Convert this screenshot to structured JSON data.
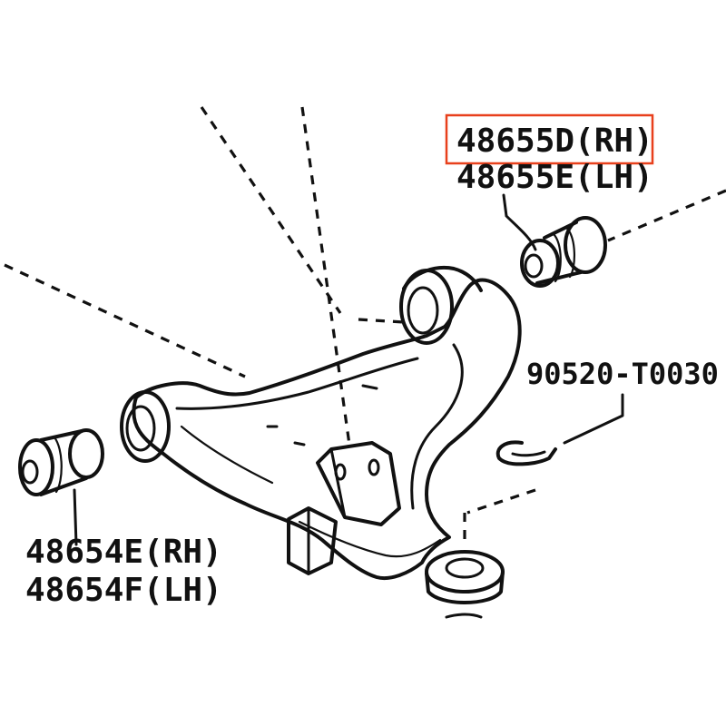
{
  "labels": {
    "upper_bushing_rh": "48655D(RH)",
    "upper_bushing_lh": "48655E(LH)",
    "clip": "90520-T0030",
    "lower_bushing_rh": "48654E(RH)",
    "lower_bushing_lh": "48654F(LH)"
  },
  "highlight_color": "#e8401c",
  "ink_color": "#111111"
}
